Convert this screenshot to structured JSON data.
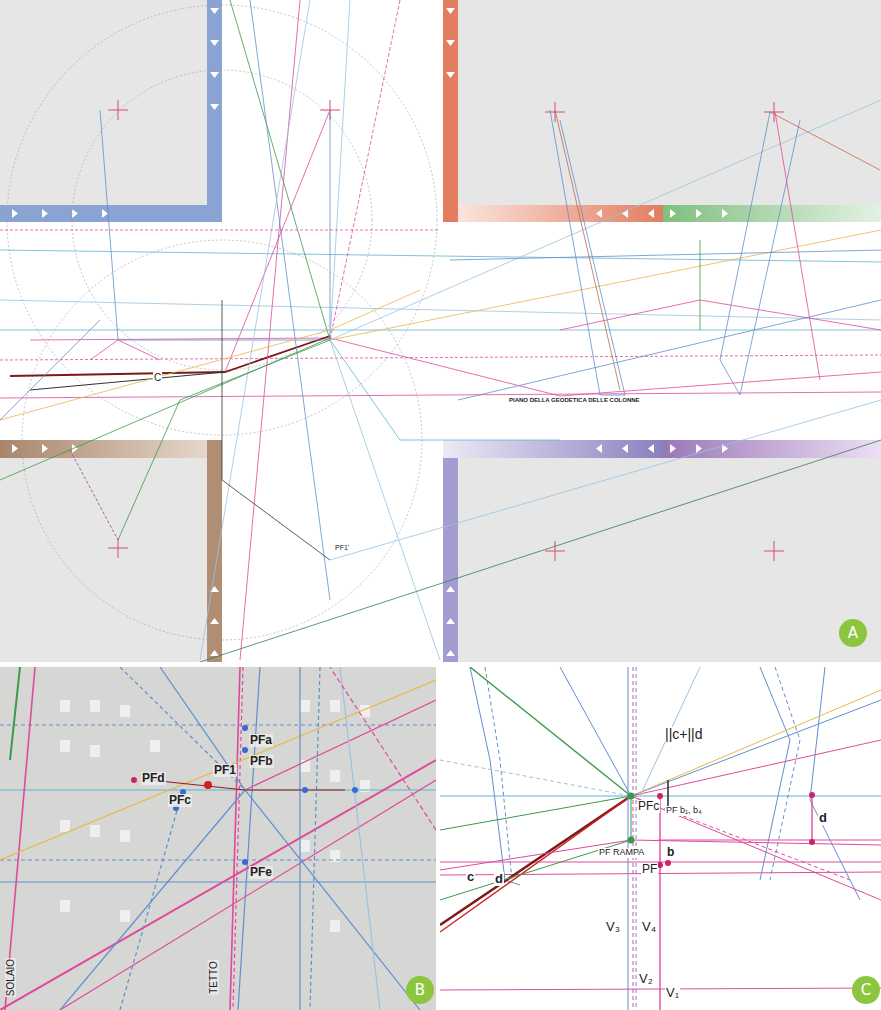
{
  "diagram": {
    "nodes": [
      {
        "text": [
          "A"
        ]
      },
      {
        "text": [
          "B"
        ]
      },
      {
        "text": [
          "C"
        ]
      }
    ],
    "labels": [
      "C",
      "PIANO DELLA GEODETICA DELLE COLONNE",
      "PF1'",
      "PFa",
      "PFb",
      "PFd",
      "PF1",
      "PFc",
      "PFe",
      "SOLAIO",
      "TETTO",
      "||c+||d",
      "PFc",
      "PF b₁, b₄",
      "c",
      "d",
      "PF RAMPA",
      "b",
      "PF",
      "d",
      "V₃",
      "V₄",
      "V₂",
      "V₁"
    ]
  }
}
